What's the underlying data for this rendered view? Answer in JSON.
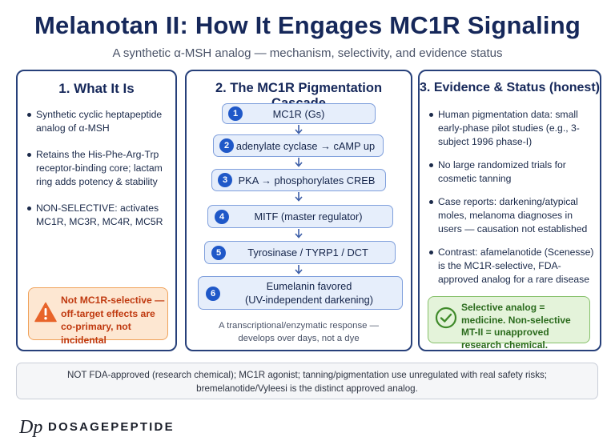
{
  "title": "Melanotan II: How It Engages MC1R Signaling",
  "subtitle": "A synthetic α-MSH analog — mechanism, selectivity, and evidence status",
  "panel1": {
    "title": "1. What It Is",
    "bullets": [
      "Synthetic cyclic heptapeptide analog of α-MSH",
      "Retains the His-Phe-Arg-Trp receptor-binding core; lactam ring adds potency & stability",
      "NON-SELECTIVE: activates MC1R, MC3R, MC4R, MC5R"
    ],
    "warning": "Not MC1R-selective — off-target effects are co-primary, not incidental"
  },
  "panel2": {
    "title": "2. The MC1R Pigmentation Cascade",
    "steps": [
      {
        "num": "1",
        "label": "MC1R (Gs)"
      },
      {
        "num": "2",
        "label": "adenylate cyclase → cAMP up"
      },
      {
        "num": "3",
        "label": "PKA → phosphorylates CREB"
      },
      {
        "num": "4",
        "label": "MITF (master regulator)"
      },
      {
        "num": "5",
        "label": "Tyrosinase / TYRP1 / DCT"
      },
      {
        "num": "6",
        "label_line1": "Eumelanin favored",
        "label_line2": "(UV-independent darkening)"
      }
    ],
    "note_line1": "A transcriptional/enzymatic response —",
    "note_line2": "develops over days, not a dye"
  },
  "panel3": {
    "title": "3. Evidence & Status (honest)",
    "bullets": [
      "Human pigmentation data: small early-phase pilot studies (e.g., 3-subject 1996 phase-I)",
      "No large randomized trials for cosmetic tanning",
      "Case reports: darkening/atypical moles, melanoma diagnoses in users — causation not established",
      "Contrast: afamelanotide (Scenesse) is the MC1R-selective, FDA-approved analog for a rare disease"
    ],
    "callout": "Selective analog = medicine. Non-selective MT-II = unapproved research chemical."
  },
  "footer": {
    "line1": "NOT FDA-approved (research chemical); MC1R agonist; tanning/pigmentation use unregulated with real safety risks;",
    "line2": "bremelanotide/Vyleesi is the distinct approved analog."
  },
  "brand": {
    "name": "DOSAGEPEPTIDE",
    "mark": "Dp"
  },
  "colors": {
    "navy": "#16285a",
    "step_fill": "#e6eefb",
    "step_border": "#7f9fdc",
    "step_badge": "#1f58c8",
    "warning_fill": "#fde7d2",
    "warning_text": "#c03a10",
    "ok_fill": "#e4f3da",
    "ok_text": "#2b6b1d"
  },
  "icons": {
    "warning": "warning-triangle-icon",
    "ok": "check-circle-icon",
    "arrow": "arrow-down-icon"
  }
}
